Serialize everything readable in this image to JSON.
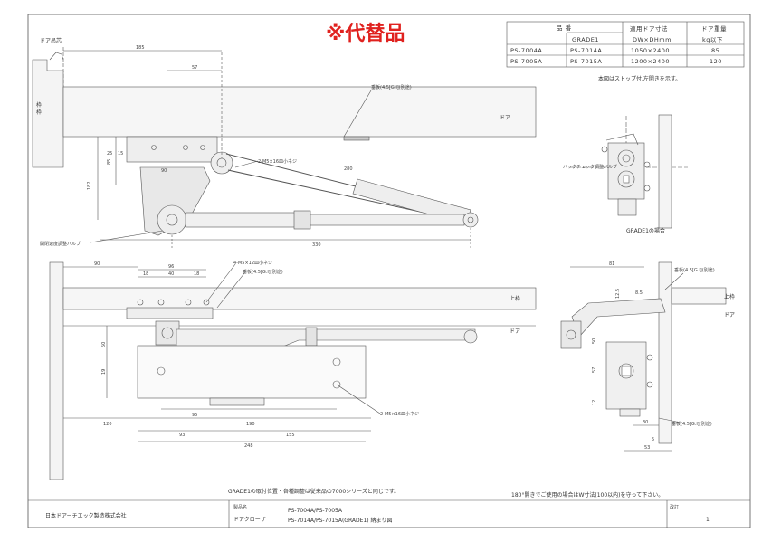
{
  "banner": "※代替品",
  "spec_table": {
    "headers": {
      "model": "品 番",
      "model_sub": "GRADE1",
      "size": "適用ドア寸法",
      "size_sub": "DW×DHmm",
      "weight": "ドア重量",
      "weight_sub": "kg以下"
    },
    "rows": [
      {
        "a": "PS-7004A",
        "b": "PS-7014A",
        "size": "1050×2400",
        "weight": "85"
      },
      {
        "a": "PS-7005A",
        "b": "PS-7015A",
        "size": "1200×2400",
        "weight": "120"
      }
    ]
  },
  "note_stop": "本図はストップ付,左開きを示す。",
  "labels": {
    "door_top": "ドア吊芯",
    "frame": "枠",
    "door_right": "ドア",
    "door_lower": "ドア",
    "upper_frame": "上枠",
    "upper_frame_right": "上枠",
    "door_right_view": "ドア",
    "grade_view": "GRADE1の場合",
    "valve_back": "バックチェック調整バルブ",
    "valve_speed": "開閉速度調整バルブ"
  },
  "notes": {
    "shim_top": "垂板(4.5[G.I](別途)",
    "screw_m5": "2-M5×16皿小ネジ",
    "screw_4m5": "4-M5×12皿小ネジ",
    "shim_mid": "垂板(4.5[G.I](別途)",
    "shim_right": "垂板(4.5[G.I](別途)",
    "shim_right_lower": "垂板(4.5[G.I](別途)",
    "screw_lower": "2-M5×16皿小ネジ"
  },
  "dims": {
    "d185": "185",
    "d57": "57",
    "d280": "280",
    "d330": "330",
    "d90": "90",
    "d85": "85",
    "d182": "182",
    "d25": "25",
    "d15": "15",
    "d50": "50",
    "d90b": "90",
    "d96": "96",
    "d18": "18",
    "d40": "40",
    "d18b": "18",
    "d120": "120",
    "d95": "95",
    "d190": "190",
    "d93": "93",
    "d155": "155",
    "d248": "248",
    "d81": "81",
    "d8_5": "8.5",
    "d12_5": "12.5",
    "d57b": "57",
    "d12": "12",
    "d30": "30",
    "d53": "53",
    "d5": "5",
    "d50b": "50",
    "d19": "19"
  },
  "bottom_note_left": "GRADE1の取付位置・各種調整は従来品の7000シリーズと同じです。",
  "bottom_note_right": "180°開きでご使用の場合はW寸法(100以内)を守って下さい。",
  "title_block": {
    "company": "日本ドアーチエック製造株式会社",
    "name_label": "製品名",
    "product": "ドアクローザ",
    "line1": "PS-7004A/PS-7005A",
    "line2": "PS-7014A/PS-7015A(GRADE1) 納まり図",
    "rev_label": "改訂",
    "rev": "1"
  }
}
